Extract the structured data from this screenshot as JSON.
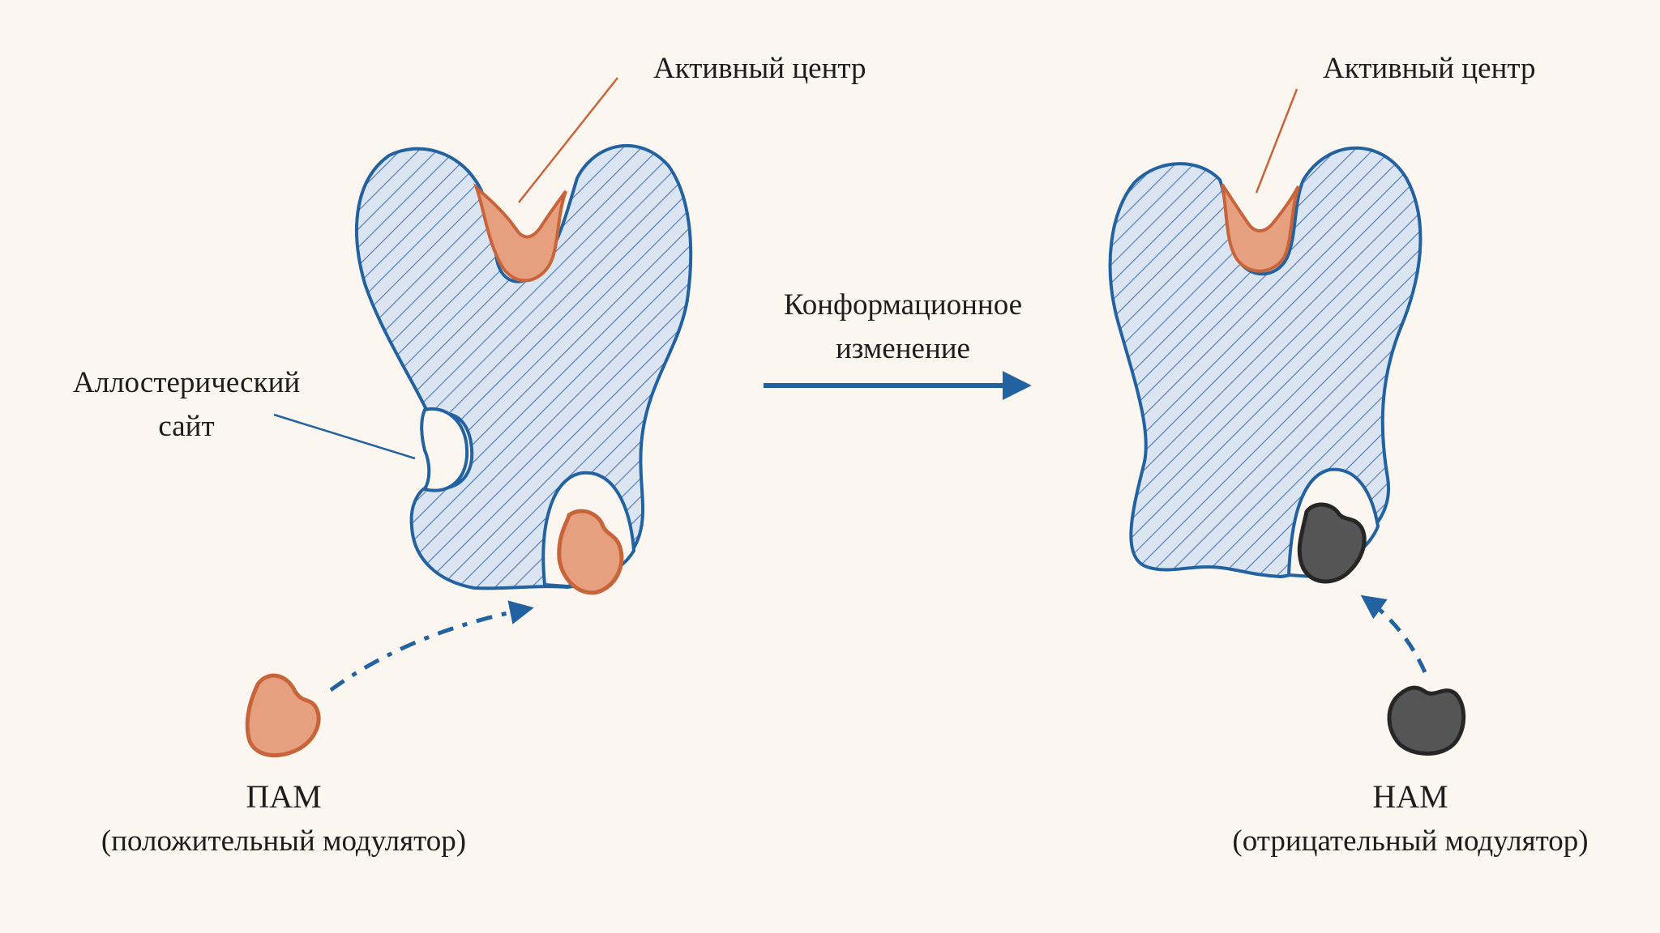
{
  "labels": {
    "active_site_left": "Активный центр",
    "active_site_right": "Активный центр",
    "allosteric_site_line1": "Аллостерический",
    "allosteric_site_line2": "сайт",
    "conformational_change_line1": "Конформационное",
    "conformational_change_line2": "изменение",
    "pam": "ПАМ",
    "pam_full": "(положительный модулятор)",
    "nam": "НАМ",
    "nam_full": "(отрицательный модулятор)"
  },
  "colors": {
    "background": "#fbf7f0",
    "protein_fill": "#dbe5f2",
    "protein_outline": "#2362a0",
    "hatch": "#4a74b0",
    "active_site_fill": "#e6a07f",
    "active_site_outline": "#c8643a",
    "pam_fill": "#e6a07f",
    "pam_outline": "#c8643a",
    "nam_fill": "#555555",
    "nam_outline": "#262626",
    "arrow": "#2362a0",
    "pointer_left_line": "#c8643a",
    "pointer_allosteric": "#2362a0"
  }
}
